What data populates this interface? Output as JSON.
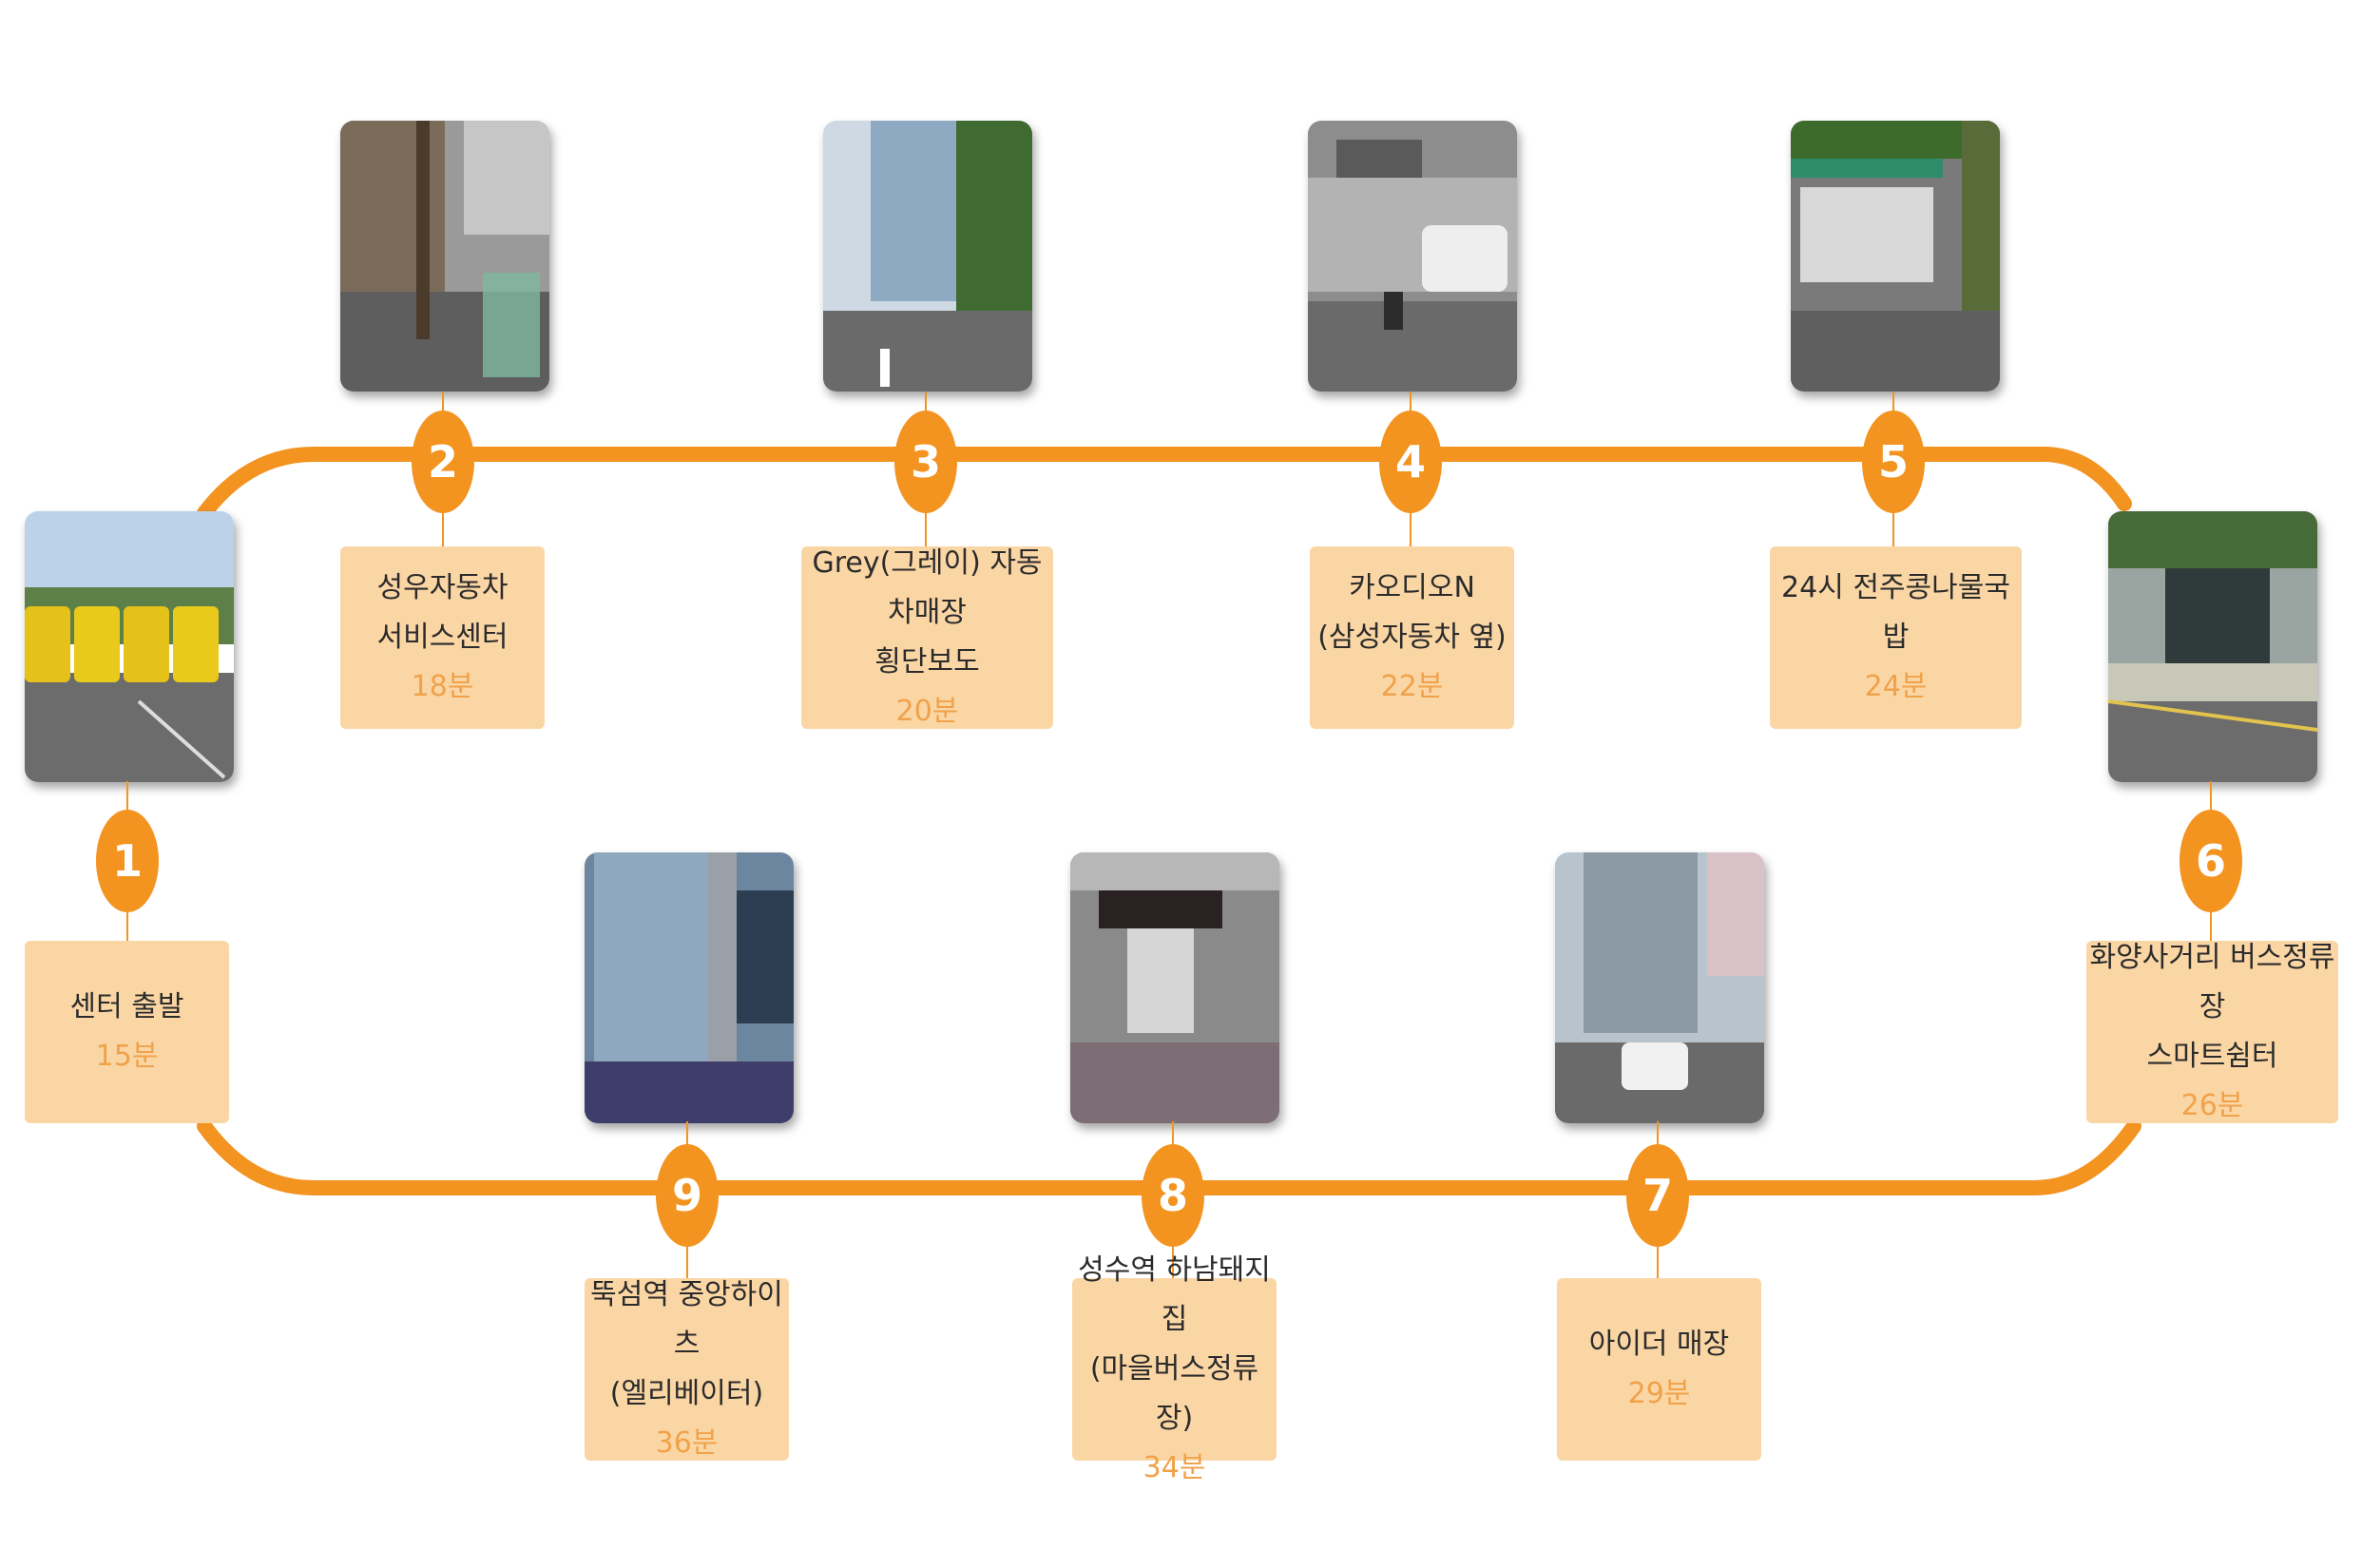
{
  "colors": {
    "route": "#f39320",
    "box": "#fbd6a5",
    "time_text": "#f0a24a"
  },
  "stops": [
    {
      "num": "1",
      "lines": [
        "센터 출발"
      ],
      "time": "15분",
      "photo": "school-buses-parking-lot"
    },
    {
      "num": "2",
      "lines": [
        "성우자동차",
        "서비스센터"
      ],
      "time": "18분",
      "photo": "street-corner-shop"
    },
    {
      "num": "3",
      "lines": [
        "Grey(그레이) 자동차매장",
        "횡단보도"
      ],
      "time": "20분",
      "photo": "glass-building-crosswalk"
    },
    {
      "num": "4",
      "lines": [
        "카오디오N",
        "(삼성자동차 옆)"
      ],
      "time": "22분",
      "photo": "car-audio-shop-street"
    },
    {
      "num": "5",
      "lines": [
        "24시 전주콩나물국밥"
      ],
      "time": "24분",
      "photo": "restaurant-storefront"
    },
    {
      "num": "6",
      "lines": [
        "화양사거리 버스정류장",
        "스마트쉼터"
      ],
      "time": "26분",
      "photo": "bus-stop-smart-shelter"
    },
    {
      "num": "7",
      "lines": [
        "아이더 매장"
      ],
      "time": "29분",
      "photo": "outdoor-store-building"
    },
    {
      "num": "8",
      "lines": [
        "성수역 하남돼지집",
        "(마을버스정류장)"
      ],
      "time": "34분",
      "photo": "pork-restaurant-storefront"
    },
    {
      "num": "9",
      "lines": [
        "뚝섬역 중앙하이츠",
        "(엘리베이터)"
      ],
      "time": "36분",
      "photo": "elevator-glass-entrance"
    }
  ]
}
